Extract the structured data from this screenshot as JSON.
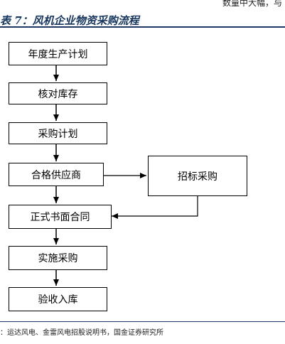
{
  "header": {
    "top_text": "数量中大幅，与"
  },
  "title": "表 7：风机企业物资采购流程",
  "flow": {
    "steps": [
      "年度生产计划",
      "核对库存",
      "采购计划",
      "合格供应商",
      "正式书面合同",
      "实施采购",
      "验收入库"
    ],
    "side_step": "招标采购"
  },
  "source": "：运达风电、金雷风电招股说明书，国金证券研究所"
}
